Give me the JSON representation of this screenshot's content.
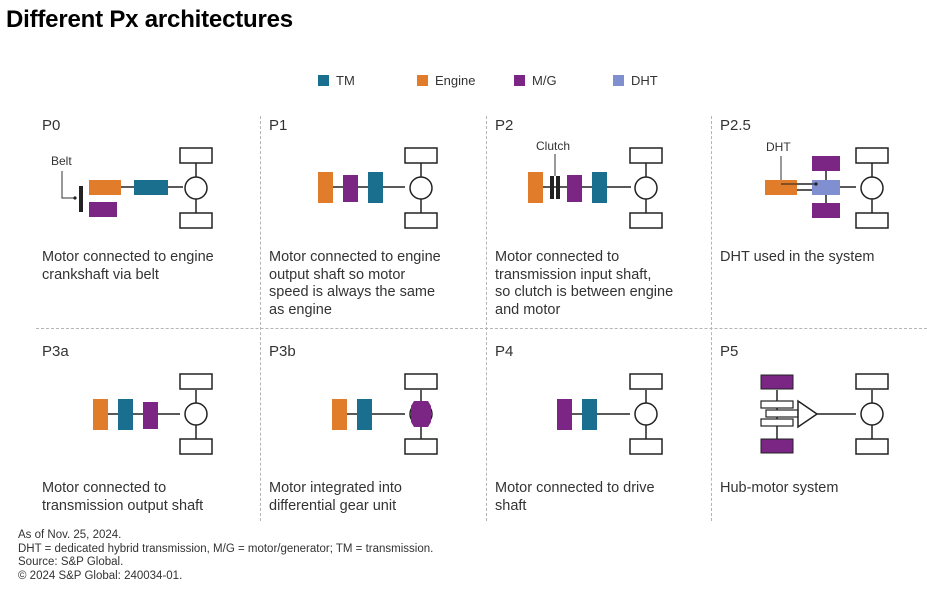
{
  "title": "Different Px architectures",
  "legend": [
    {
      "label": "TM",
      "color": "#1a6e8e"
    },
    {
      "label": "Engine",
      "color": "#e07c2a"
    },
    {
      "label": "M/G",
      "color": "#7b2585"
    },
    {
      "label": "DHT",
      "color": "#7f8fcf"
    }
  ],
  "colors": {
    "tm": "#1a6e8e",
    "engine": "#e07c2a",
    "mg": "#7b2585",
    "dht": "#7f8fcf",
    "line": "#222222",
    "grid": "#b5b5b5"
  },
  "cells": [
    {
      "id": "P0",
      "label": "P0",
      "callout": "Belt",
      "description": [
        "Motor connected to engine",
        "crankshaft via belt"
      ]
    },
    {
      "id": "P1",
      "label": "P1",
      "callout": "",
      "description": [
        "Motor connected to engine",
        "output shaft so motor",
        "speed is always the same",
        "as engine"
      ]
    },
    {
      "id": "P2",
      "label": "P2",
      "callout": "Clutch",
      "description": [
        "Motor connected to",
        "transmission input shaft,",
        "so clutch is between engine",
        "and motor"
      ]
    },
    {
      "id": "P2.5",
      "label": "P2.5",
      "callout": "DHT",
      "description": [
        "DHT used in the system"
      ]
    },
    {
      "id": "P3a",
      "label": "P3a",
      "callout": "",
      "description": [
        "Motor connected to",
        "transmission output shaft"
      ]
    },
    {
      "id": "P3b",
      "label": "P3b",
      "callout": "",
      "description": [
        "Motor integrated into",
        "differential gear unit"
      ]
    },
    {
      "id": "P4",
      "label": "P4",
      "callout": "",
      "description": [
        "Motor connected to drive",
        "shaft"
      ]
    },
    {
      "id": "P5",
      "label": "P5",
      "callout": "",
      "description": [
        "Hub-motor system"
      ]
    }
  ],
  "footnotes": [
    "As of Nov. 25, 2024.",
    "DHT = dedicated hybrid transmission, M/G = motor/generator; TM = transmission.",
    "Source: S&P Global.",
    "© 2024 S&P Global: 240034-01."
  ]
}
